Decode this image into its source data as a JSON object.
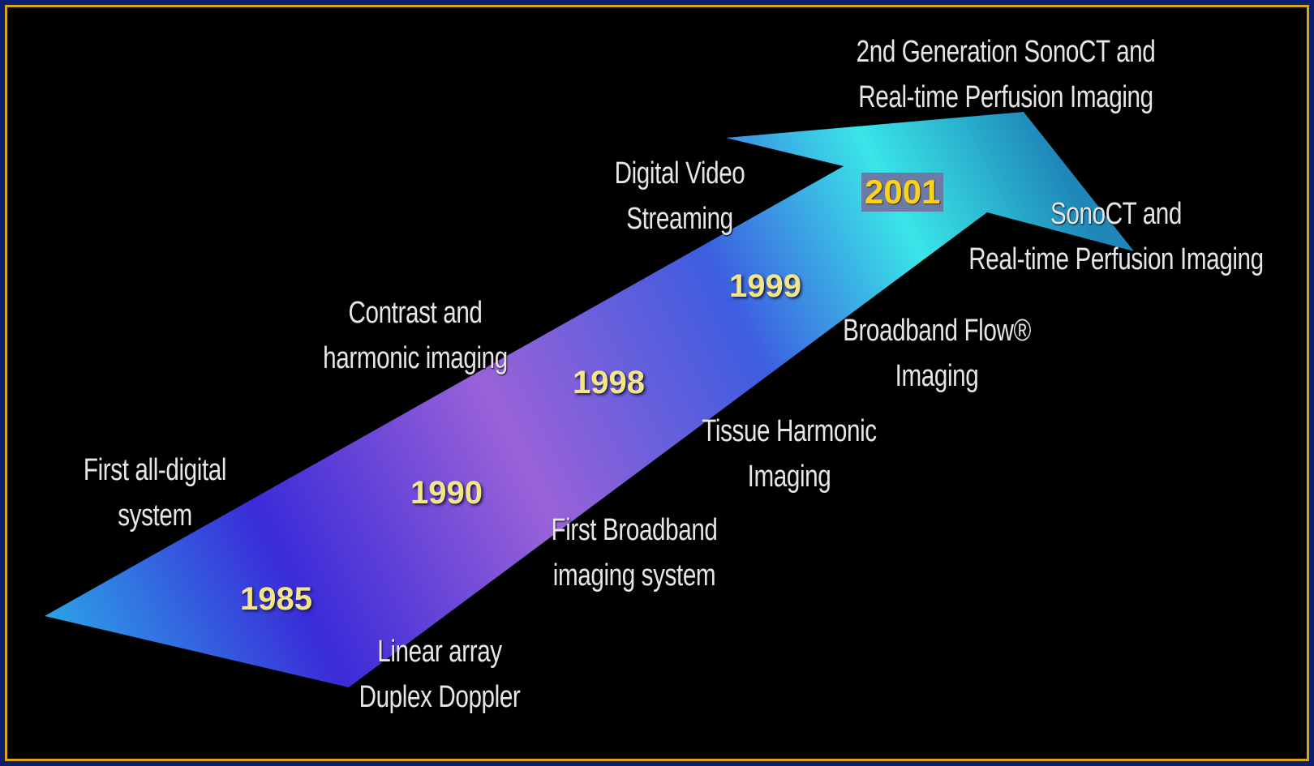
{
  "timeline": {
    "years": [
      {
        "id": "1985",
        "label": "1985"
      },
      {
        "id": "1990",
        "label": "1990"
      },
      {
        "id": "1998",
        "label": "1998"
      },
      {
        "id": "1999",
        "label": "1999"
      },
      {
        "id": "2001",
        "label": "2001",
        "highlighted": true
      }
    ],
    "milestones_upper": [
      {
        "line1": "First all-digital",
        "line2": "system"
      },
      {
        "line1": "Contrast and",
        "line2": "harmonic imaging"
      },
      {
        "line1": "Digital Video",
        "line2": "Streaming"
      },
      {
        "line1": "2nd Generation SonoCT and",
        "line2": "Real-time Perfusion Imaging"
      }
    ],
    "milestones_lower": [
      {
        "line1": "Linear array",
        "line2": "Duplex Doppler"
      },
      {
        "line1": "First Broadband",
        "line2": "imaging system"
      },
      {
        "line1": "Tissue Harmonic",
        "line2": "Imaging"
      },
      {
        "line1": "Broadband Flow®",
        "line2": "Imaging"
      },
      {
        "line1": "SonoCT and",
        "line2": "Real-time Perfusion Imaging"
      }
    ]
  },
  "colors": {
    "background": "#000000",
    "border": "#d9a514",
    "arrow_start": "#2ba8e8",
    "arrow_mid_blue": "#3a2bd8",
    "arrow_mid_purple": "#9a62d8",
    "arrow_end": "#39e6e8",
    "year_text": "#f3e68a",
    "highlight_year": "#ffd21a"
  },
  "icons": {
    "arrow": "timeline-arrow-icon"
  }
}
